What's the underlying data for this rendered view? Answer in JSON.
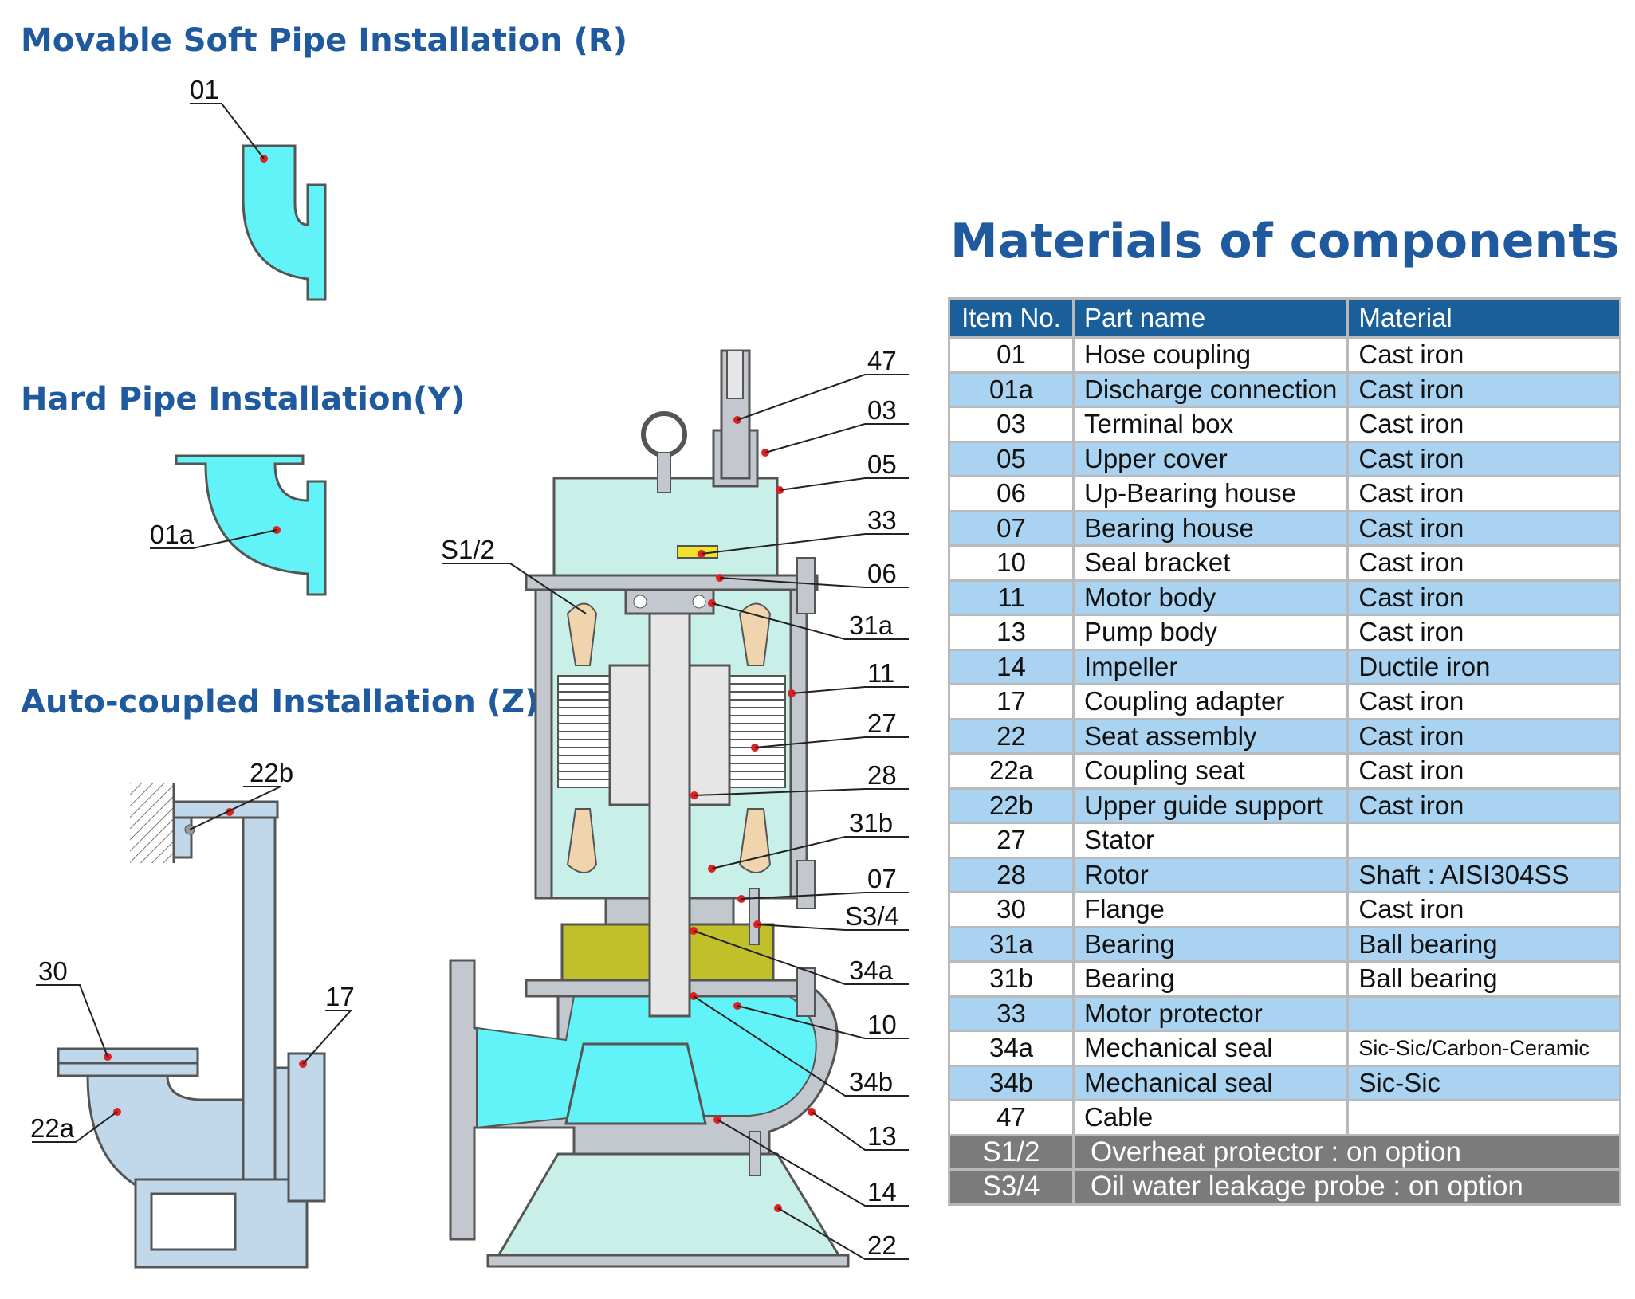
{
  "headings": {
    "soft": "Movable Soft Pipe Installation (R)",
    "hard": "Hard Pipe  Installation(Y)",
    "auto": "Auto-coupled Installation (Z)"
  },
  "materials": {
    "title": "Materials of components",
    "columns": [
      "Item No.",
      "Part name",
      "Material"
    ],
    "rows": [
      [
        "01",
        "Hose coupling",
        "Cast iron"
      ],
      [
        "01a",
        "Discharge connection",
        "Cast iron"
      ],
      [
        "03",
        "Terminal box",
        "Cast iron"
      ],
      [
        "05",
        "Upper cover",
        "Cast iron"
      ],
      [
        "06",
        "Up-Bearing house",
        "Cast iron"
      ],
      [
        "07",
        "Bearing house",
        "Cast iron"
      ],
      [
        "10",
        "Seal bracket",
        "Cast iron"
      ],
      [
        "11",
        "Motor body",
        "Cast iron"
      ],
      [
        "13",
        "Pump body",
        "Cast iron"
      ],
      [
        "14",
        "Impeller",
        "Ductile iron"
      ],
      [
        "17",
        "Coupling adapter",
        "Cast iron"
      ],
      [
        "22",
        "Seat assembly",
        "Cast iron"
      ],
      [
        "22a",
        "Coupling seat",
        "Cast iron"
      ],
      [
        "22b",
        "Upper guide support",
        "Cast iron"
      ],
      [
        "27",
        "Stator",
        ""
      ],
      [
        "28",
        "Rotor",
        "Shaft : AISI304SS"
      ],
      [
        "30",
        "Flange",
        "Cast iron"
      ],
      [
        "31a",
        "Bearing",
        "Ball bearing"
      ],
      [
        "31b",
        "Bearing",
        "Ball bearing"
      ],
      [
        "33",
        "Motor protector",
        ""
      ],
      [
        "34a",
        "Mechanical seal",
        "Sic-Sic/Carbon-Ceramic"
      ],
      [
        "34b",
        "Mechanical seal",
        "Sic-Sic"
      ],
      [
        "47",
        "Cable",
        ""
      ]
    ],
    "options": [
      [
        "S1/2",
        "Overheat protector : on option"
      ],
      [
        "S3/4",
        "Oil water leakage probe : on option"
      ]
    ]
  },
  "callouts": {
    "c01": "01",
    "c01a": "01a",
    "c22b": "22b",
    "c30": "30",
    "c17": "17",
    "c22a": "22a",
    "cS12": "S1/2",
    "c47": "47",
    "c03": "03",
    "c05": "05",
    "c33": "33",
    "c06": "06",
    "c31a": "31a",
    "c11": "11",
    "c27": "27",
    "c28": "28",
    "c31b": "31b",
    "c07": "07",
    "cS34": "S3/4",
    "c34a": "34a",
    "c10": "10",
    "c34b": "34b",
    "c13": "13",
    "c14": "14",
    "c22": "22"
  },
  "colors": {
    "heading": "#1f5a9e",
    "table_header": "#1a5f9a",
    "row_alt": "#a9d3f0",
    "option_row": "#7b7b7b",
    "water": "#61f3f7",
    "motor_body": "#c9f0e8",
    "steel": "#c3c8cf",
    "oil": "#c2c02a",
    "winding": "#f0d4ad",
    "support": "#c0d8ea"
  }
}
